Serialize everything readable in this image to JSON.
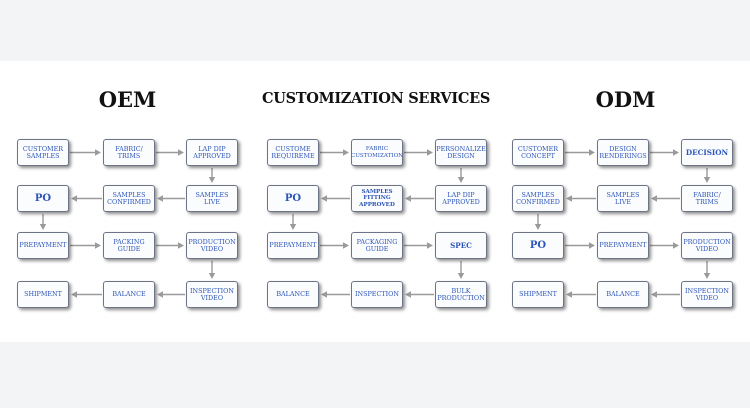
{
  "sections": {
    "oem": {
      "title": "OEM",
      "nodes": {
        "customer_samples": "CUSTOMER SAMPLES",
        "fabric_trims": "FABRIC/ TRIMS",
        "lap_dip_approved": "LAP DIP APPROVED",
        "po": "PO",
        "samples_confirmed": "SAMPLES CONFIRMED",
        "samples_live": "SAMPLES LIVE",
        "prepayment": "PREPAYMENT",
        "packing_guide": "PACKING GUIDE",
        "production_video": "PRODUCTION VIDEO",
        "shipment": "SHIPMENT",
        "balance": "BALANCE",
        "inspection_video": "INSPECTION VIDEO"
      }
    },
    "customization": {
      "title": "CUSTOMIZATION SERVICES",
      "nodes": {
        "custome_requireme": "CUSTOME REQUIREME",
        "fabric_customization": "FABRIC CUSTOMIZATION",
        "personalize_design": "PERSONALIZE DESIGN",
        "po": "PO",
        "samples_fitting_approved": "SAMPLES FITTING APPROVED",
        "lap_dip_approved": "LAP DIP APPROVED",
        "prepayment": "PREPAYMENT",
        "packaging_guide": "PACKAGING GUIDE",
        "spec": "SPEC",
        "balance": "BALANCE",
        "inspection": "INSPECTION",
        "bulk_production": "BULK PRODUCTION"
      }
    },
    "odm": {
      "title": "ODM",
      "nodes": {
        "customer_concept": "CUSTOMER CONCEPT",
        "design_renderings": "DESIGN RENDERINGS",
        "decision": "DECISION",
        "samples_confirmed": "SAMPLES CONFIRMED",
        "samples_live": "SAMPLES LIVE",
        "fabric_trims": "FABRIC/ TRIMS",
        "po": "PO",
        "prepayment": "PREPAYMENT",
        "production_video": "PRODUCTION VIDEO",
        "shipment": "SHIPMENT",
        "balance": "BALANCE",
        "inspection_video": "INSPECTION VIDEO"
      }
    }
  },
  "colors": {
    "node_text": "#2b55b8",
    "node_border": "#6c7486",
    "arrow": "#9a9a9a",
    "canvas_bg": "#ffffff",
    "page_bg": "#f3f4f6"
  }
}
